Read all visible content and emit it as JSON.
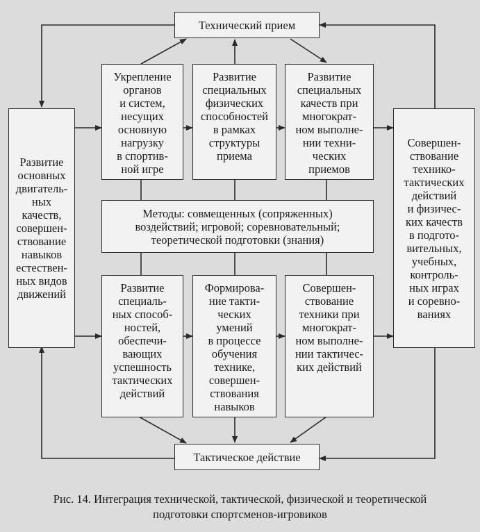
{
  "diagram": {
    "technical_technique": "Технический прием",
    "tactical_action": "Тактическое действие",
    "left_block": "Развитие\nосновных\nдвигатель-\nных\nкачеств,\nсовершен-\nствование\nнавыков\nестествен-\nных видов\nдвижений",
    "right_block": "Совершен-\nствование\nтехнико-\nтактических\nдействий\nи физичес-\nких качеств\nв подгото-\nвительных,\nучебных,\nконтроль-\nных играх\nи соревно-\nваниях",
    "upper_row": [
      "Укрепление\nорганов\nи систем,\nнесущих\nосновную\nнагрузку\nв спортив-\nной игре",
      "Развитие\nспециальных\nфизических\nспособностей\nв рамках\nструктуры\nприема",
      "Развитие\nспециальных\nкачеств при\nмногократ-\nном выполне-\nнии техни-\nческих\nприемов"
    ],
    "methods": "Методы: совмещенных (сопряженных)\nвоздействий; игровой; соревновательный;\nтеоретической подготовки (знания)",
    "lower_row": [
      "Развитие\nспециаль-\nных способ-\nностей,\nобеспечи-\nвающих\nуспешность\nтактических\nдействий",
      "Формирова-\nние такти-\nческих\nумений\nв процессе\nобучения\nтехнике,\nсовершен-\nствования\nнавыков",
      "Совершен-\nствование\nтехники при\nмногократ-\nном выполне-\nнии тактичес-\nких действий"
    ]
  },
  "caption": {
    "line1": "Рис. 14. Интеграция технической, тактической, физической и теоретической",
    "line2": "подготовки спортсменов-игровиков"
  },
  "colors": {
    "paper": "#dcdcdc",
    "box_fill": "#f2f2f2",
    "ink": "#2a2a2a"
  }
}
